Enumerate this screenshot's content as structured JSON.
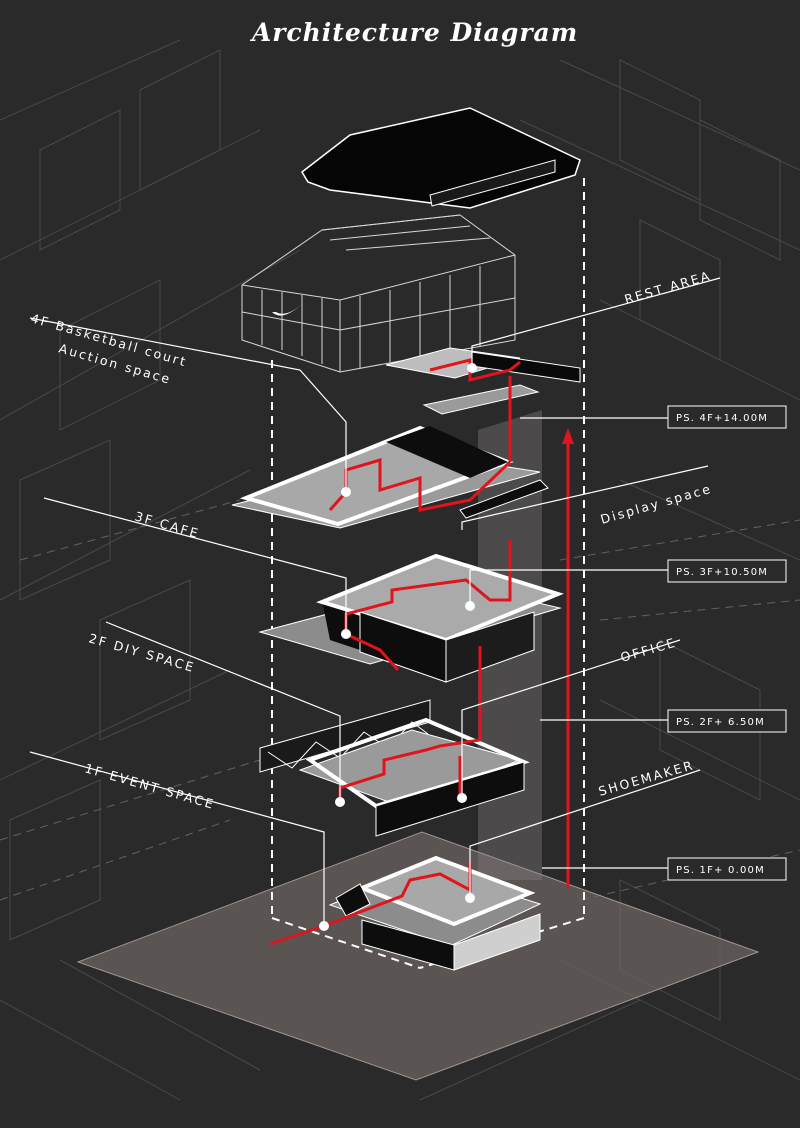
{
  "title": "Architecture Diagram",
  "labels": {
    "rest_area": "REST AREA",
    "basketball_line1": "4F Basketball court",
    "basketball_line2": "Auction space",
    "display_space": "Display space",
    "cafe": "3F CAFE",
    "office": "OFFICE",
    "diy": "2F DIY SPACE",
    "shoemaker": "SHOEMAKER",
    "event": "1F EVENT SPACE"
  },
  "levels": {
    "l4": "PS. 4F+14.00M",
    "l3": "PS. 3F+10.50M",
    "l2": "PS. 2F+ 6.50M",
    "l1": "PS. 1F+ 0.00M"
  },
  "colors": {
    "background": "#2b2a2a",
    "circulation": "#e0141c",
    "outline": "#ffffff",
    "site_plane": "#6b6360"
  }
}
